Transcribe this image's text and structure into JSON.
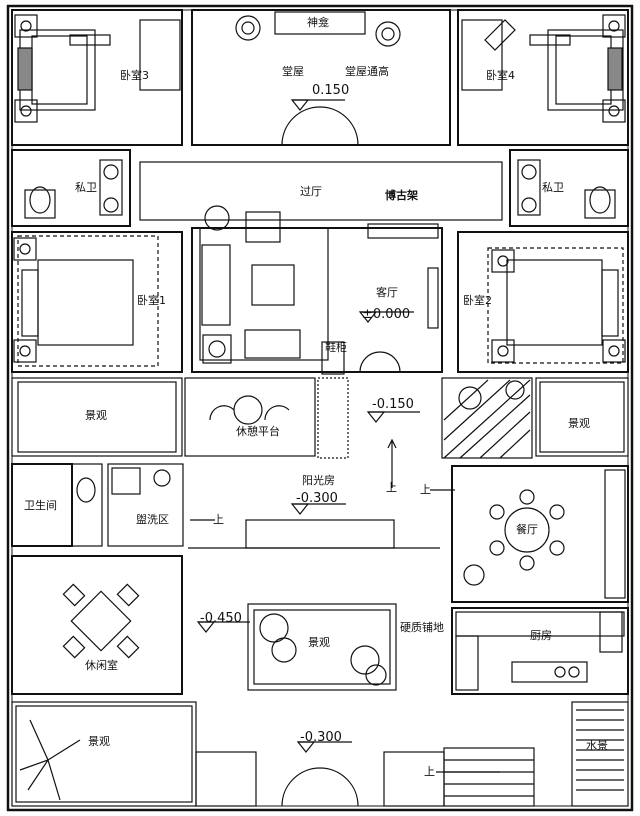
{
  "rooms": {
    "shenkan": "神龛",
    "tangwu": "堂屋",
    "tangwu_note": "堂屋通高",
    "bedroom3": "卧室3",
    "bedroom4": "卧室4",
    "bath_left": "私卫",
    "bath_right": "私卫",
    "guoting": "过厅",
    "bogujia": "博古架",
    "keting": "客厅",
    "bedroom1": "卧室1",
    "bedroom2": "卧室2",
    "xiegui": "鞋柜",
    "jingguan_left": "景观",
    "xiuxi_pingtai": "休憩平台",
    "jingguan_right": "景观",
    "weishengjian": "卫生间",
    "guanxiqu": "盥洗区",
    "yangguangfang": "阳光房",
    "canting": "餐厅",
    "xiuxianshi": "休闲室",
    "jingguan_center": "景观",
    "yingzhi_pudi": "硬质铺地",
    "chufang": "厨房",
    "jingguan_bottom": "景观",
    "shuijing": "水景"
  },
  "levels": {
    "tangwu": "0.150",
    "keting": "±0.000",
    "pingtai": "-0.150",
    "yangguangfang": "-0.300",
    "jingguan": "-0.450",
    "entrance": "-0.300"
  },
  "arrows": {
    "up1": "上",
    "up2": "上",
    "up3": "上",
    "up4": "上"
  },
  "colors": {
    "line": "#111111",
    "background": "#ffffff"
  }
}
